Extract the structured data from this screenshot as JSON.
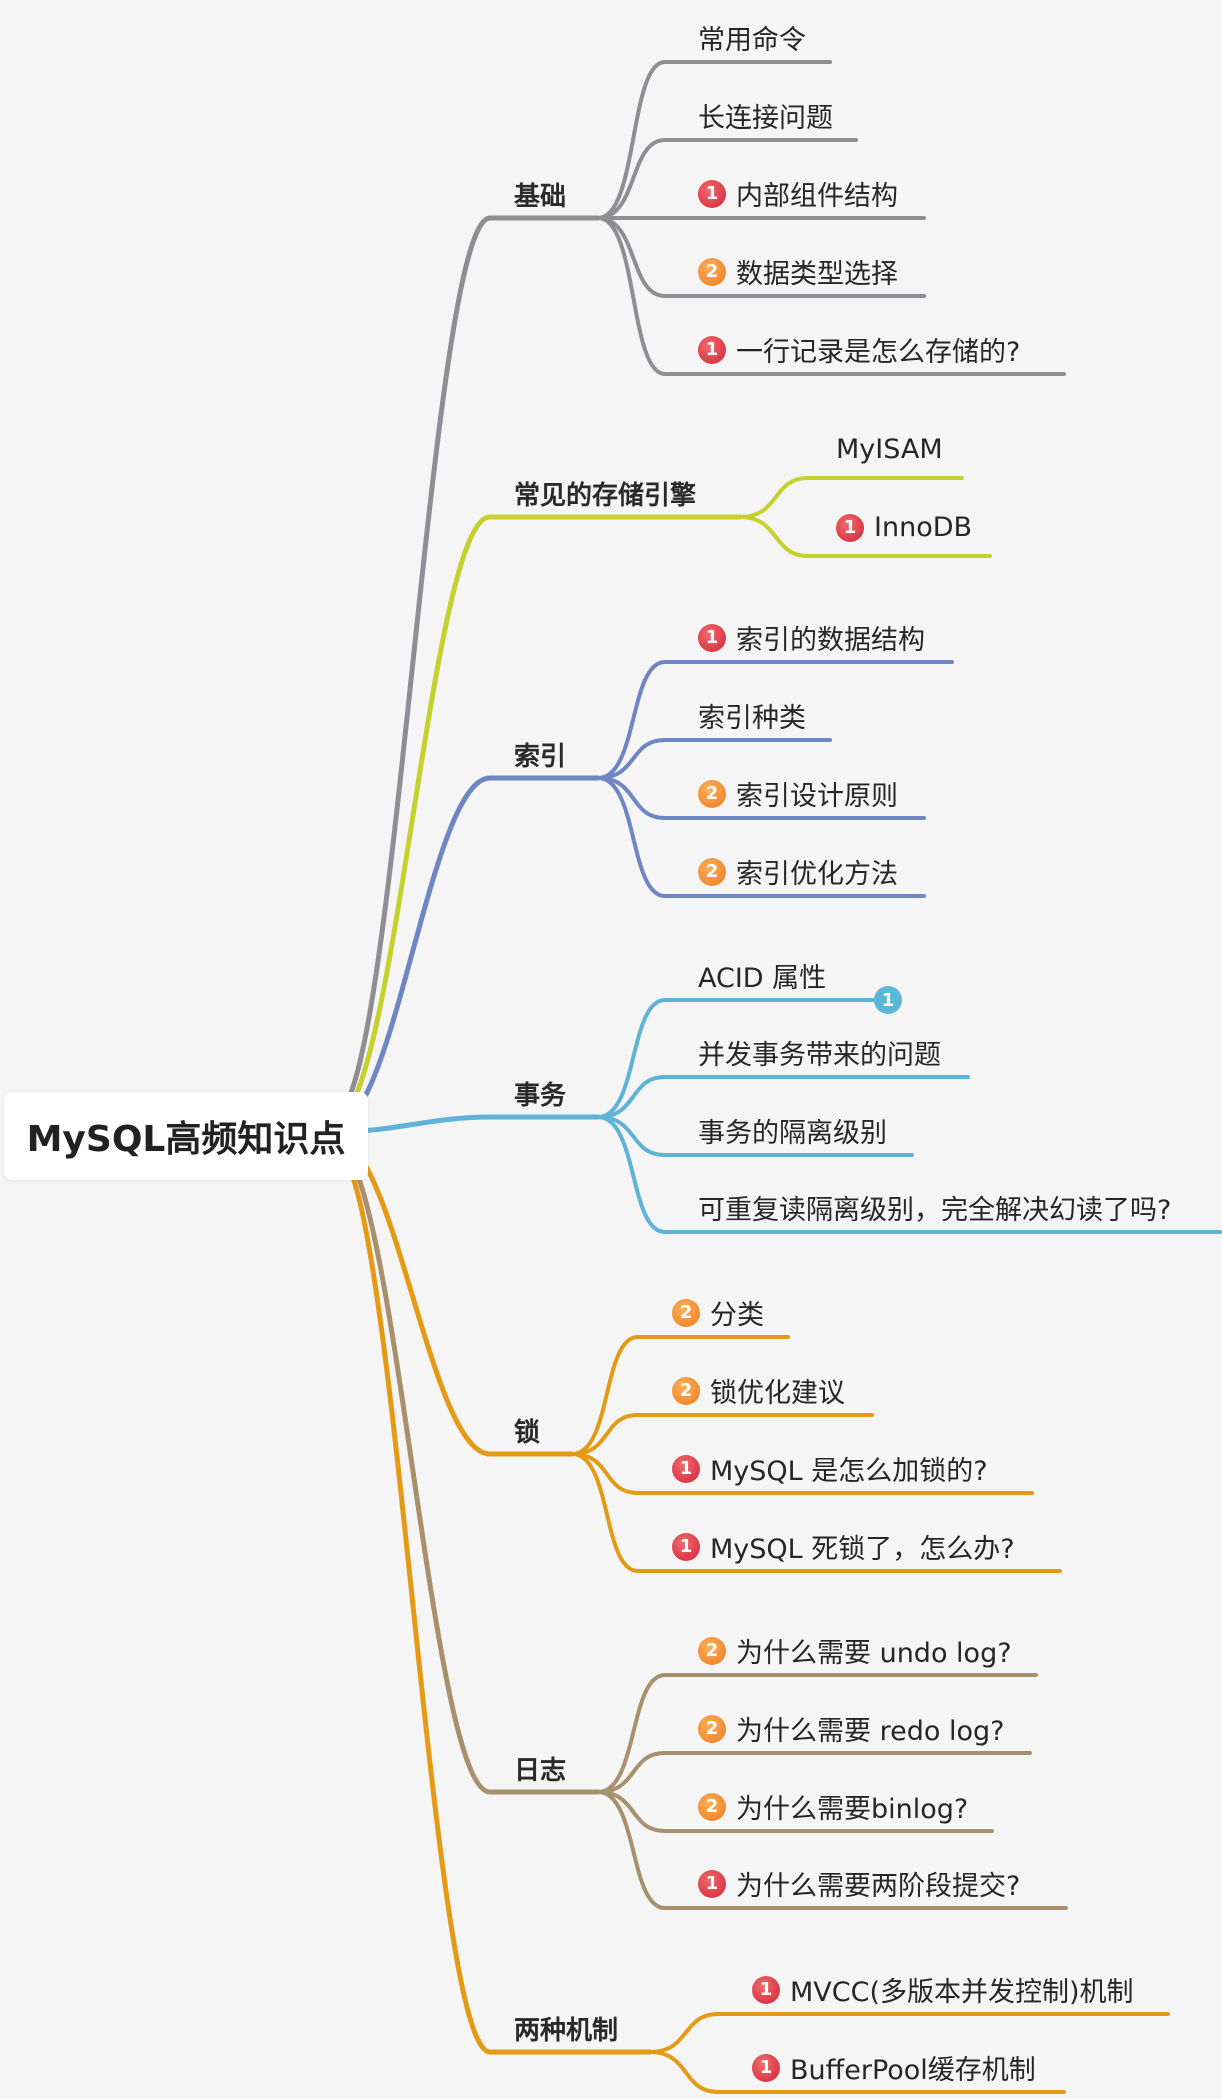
{
  "root": "MySQL高频知识点",
  "colors": {
    "basics": "#8e8e93",
    "engines": "#c6d12e",
    "index": "#6f86c4",
    "transaction": "#5fb3d6",
    "lock": "#e59a16",
    "log": "#a7906b",
    "mechanism": "#e59a16",
    "priority1": "#d93344",
    "priority2": "#f08d2d"
  },
  "branches": [
    {
      "label": "基础",
      "leaves": [
        {
          "text": "常用命令",
          "priority": null
        },
        {
          "text": "长连接问题",
          "priority": null
        },
        {
          "text": "内部组件结构",
          "priority": "1"
        },
        {
          "text": "数据类型选择",
          "priority": "2"
        },
        {
          "text": "一行记录是怎么存储的?",
          "priority": "1"
        }
      ]
    },
    {
      "label": "常见的存储引擎",
      "leaves": [
        {
          "text": "MyISAM",
          "priority": null
        },
        {
          "text": "InnoDB",
          "priority": "1"
        }
      ]
    },
    {
      "label": "索引",
      "leaves": [
        {
          "text": "索引的数据结构",
          "priority": "1"
        },
        {
          "text": "索引种类",
          "priority": null
        },
        {
          "text": "索引设计原则",
          "priority": "2"
        },
        {
          "text": "索引优化方法",
          "priority": "2"
        }
      ]
    },
    {
      "label": "事务",
      "leaves": [
        {
          "text": "ACID 属性",
          "priority": null,
          "marker": "1"
        },
        {
          "text": "并发事务带来的问题",
          "priority": null
        },
        {
          "text": "事务的隔离级别",
          "priority": null
        },
        {
          "text": "可重复读隔离级别，完全解决幻读了吗?",
          "priority": null
        }
      ]
    },
    {
      "label": "锁",
      "leaves": [
        {
          "text": "分类",
          "priority": "2"
        },
        {
          "text": "锁优化建议",
          "priority": "2"
        },
        {
          "text": "MySQL 是怎么加锁的?",
          "priority": "1"
        },
        {
          "text": "MySQL 死锁了，怎么办?",
          "priority": "1"
        }
      ]
    },
    {
      "label": "日志",
      "leaves": [
        {
          "text": "为什么需要 undo log?",
          "priority": "2"
        },
        {
          "text": "为什么需要 redo log?",
          "priority": "2"
        },
        {
          "text": "为什么需要binlog?",
          "priority": "2"
        },
        {
          "text": "为什么需要两阶段提交?",
          "priority": "1"
        }
      ]
    },
    {
      "label": "两种机制",
      "leaves": [
        {
          "text": "MVCC(多版本并发控制)机制",
          "priority": "1"
        },
        {
          "text": "BufferPool缓存机制",
          "priority": "1"
        }
      ]
    }
  ]
}
